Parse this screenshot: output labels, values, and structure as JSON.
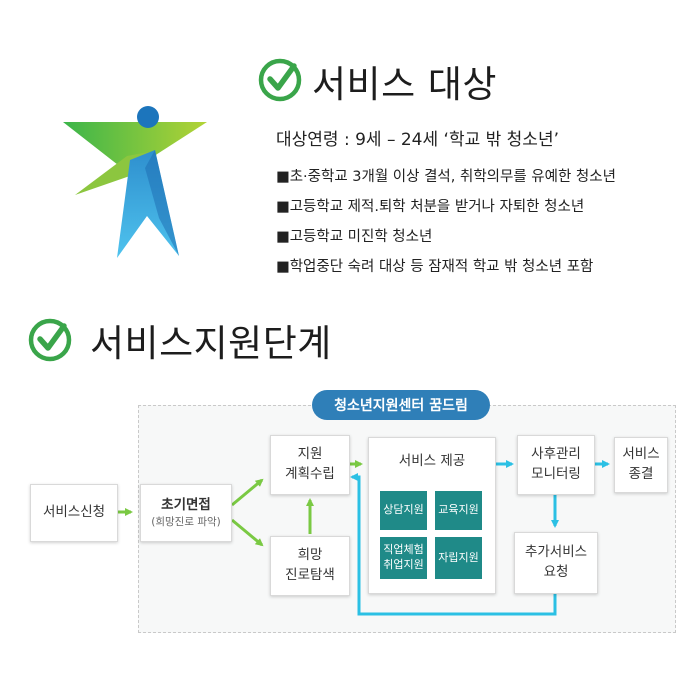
{
  "section1": {
    "title": "서비스 대상"
  },
  "target": {
    "age_line": "대상연령 : 9세 – 24세 ‘학교 밖 청소년’",
    "items": [
      "■초·중학교 3개월 이상 결석, 취학의무를 유예한 청소년",
      "■고등학교 제적.퇴학 처분을 받거나 자퇴한 청소년",
      "■고등학교 미진학 청소년",
      "■학업중단 숙려 대상 등 잠재적 학교 밖 청소년 포함"
    ]
  },
  "section2": {
    "title": "서비스지원단계"
  },
  "diagram": {
    "banner": "청소년지원센터 꿈드림",
    "apply": "서비스신청",
    "interview": {
      "title": "초기면접",
      "sub": "(희망진로 파악)"
    },
    "plan": [
      "지원",
      "계획수립"
    ],
    "career": [
      "희망",
      "진로탐색"
    ],
    "provide": {
      "title": "서비스 제공",
      "cells": [
        [
          "상담지원"
        ],
        [
          "교육지원"
        ],
        [
          "직업체험",
          "취업지원"
        ],
        [
          "자립지원"
        ]
      ]
    },
    "monitor": [
      "사후관리",
      "모니터링"
    ],
    "end": [
      "서비스",
      "종결"
    ],
    "extra": [
      "추가서비스",
      "요청"
    ]
  },
  "colors": {
    "check_green": "#3aa54a",
    "arrow_green": "#7ac943",
    "arrow_cyan": "#2bc0e4",
    "banner_blue": "#2f7fb8",
    "teal": "#1f8a88"
  },
  "icons": [
    "check-circle-icon",
    "person-star-logo"
  ]
}
